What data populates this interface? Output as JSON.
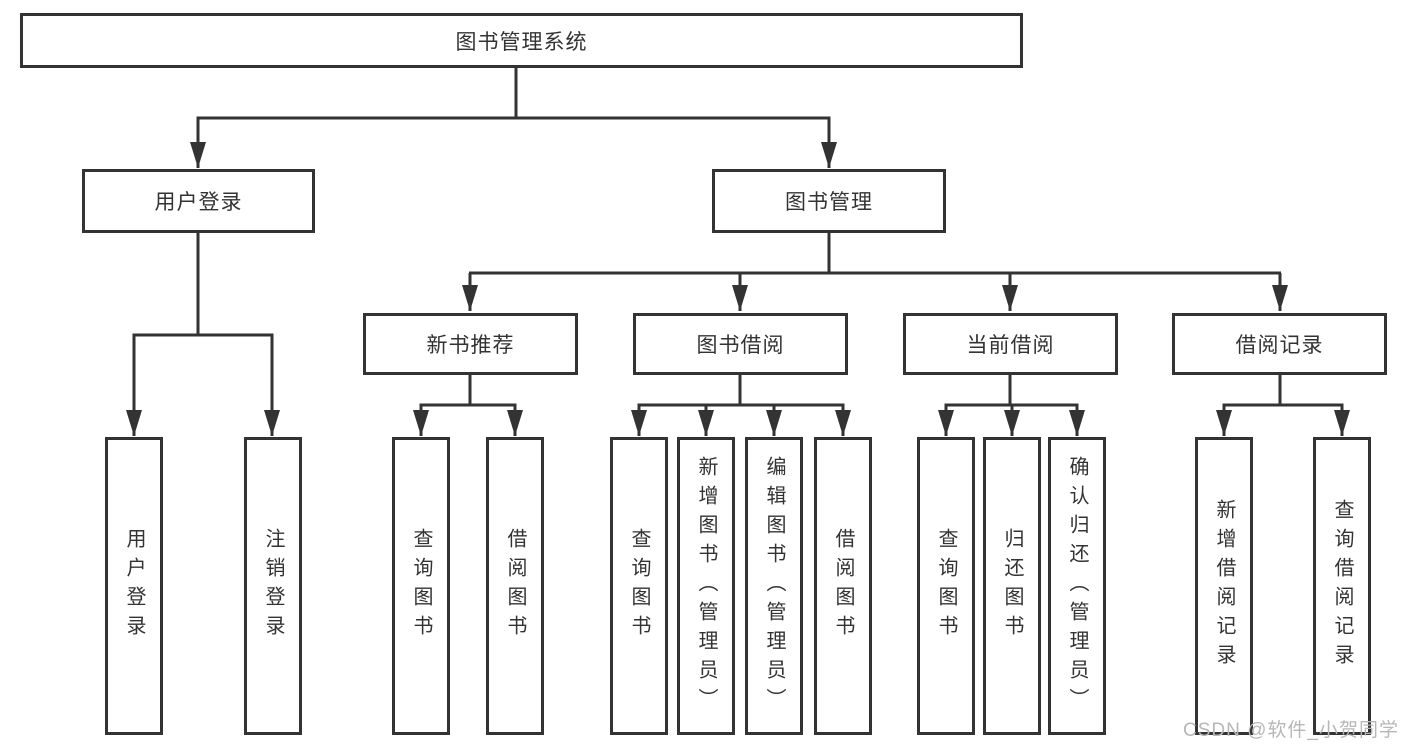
{
  "diagram": {
    "root": {
      "label": "图书管理系统"
    },
    "branches": [
      {
        "label": "用户登录",
        "children": [
          {
            "label": "用户登录"
          },
          {
            "label": "注销登录"
          }
        ]
      },
      {
        "label": "图书管理",
        "sections": [
          {
            "label": "新书推荐",
            "children": [
              {
                "label": "查询图书"
              },
              {
                "label": "借阅图书"
              }
            ]
          },
          {
            "label": "图书借阅",
            "children": [
              {
                "label": "查询图书"
              },
              {
                "label": "新增图书（管理员）"
              },
              {
                "label": "编辑图书（管理员）"
              },
              {
                "label": "借阅图书"
              }
            ]
          },
          {
            "label": "当前借阅",
            "children": [
              {
                "label": "查询图书"
              },
              {
                "label": "归还图书"
              },
              {
                "label": "确认归还（管理员）"
              }
            ]
          },
          {
            "label": "借阅记录",
            "children": [
              {
                "label": "新增借阅记录"
              },
              {
                "label": "查询借阅记录"
              }
            ]
          }
        ]
      }
    ]
  },
  "watermark": {
    "text": "CSDN @软件_小贺同学"
  },
  "colors": {
    "line": "#333333",
    "text": "#333333",
    "watermark": "#b7b7b7",
    "background": "#ffffff"
  }
}
